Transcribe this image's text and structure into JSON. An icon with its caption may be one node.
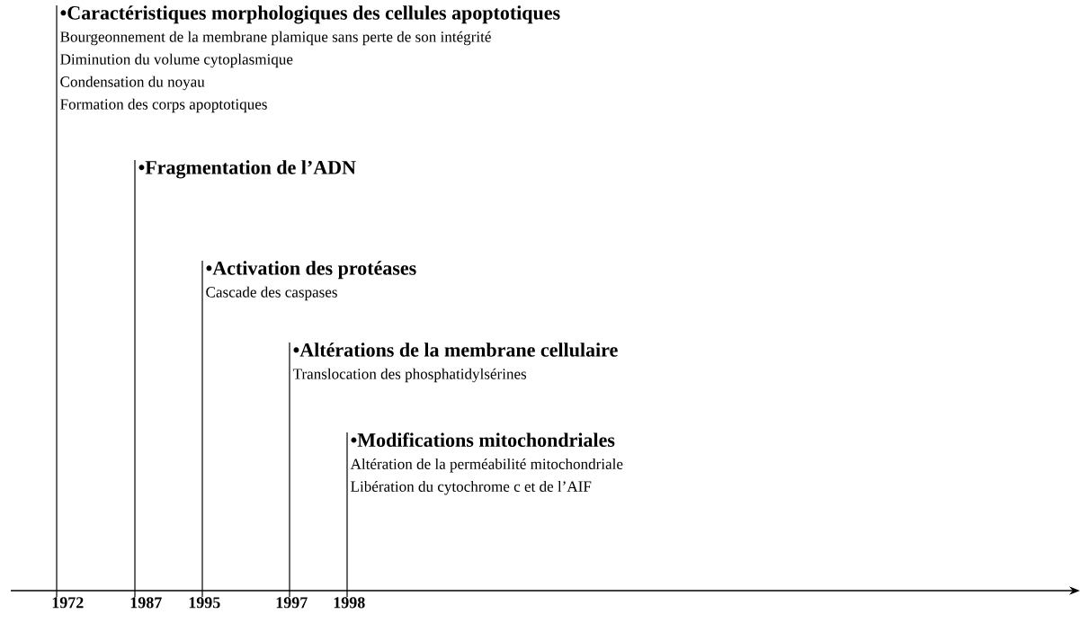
{
  "diagram": {
    "nodes": [
      {
        "text": [
          "•Caractéristiques morphologiques des cellules apoptotiques",
          "Bourgeonnement de la membrane plamique sans perte de son intégrité",
          "Diminution du volume cytoplasmique",
          "Condensation du noyau",
          "Formation des corps apoptotiques"
        ]
      },
      {
        "text": [
          "•Fragmentation de l’ADN"
        ]
      },
      {
        "text": [
          "•Activation des protéases",
          "Cascade des caspases"
        ]
      },
      {
        "text": [
          "•Altérations de la membrane cellulaire",
          "Translocation des phosphatidylsérines"
        ]
      },
      {
        "text": [
          "•Modifications mitochondriales",
          "Altération de la perméabilité mitochondriale",
          "Libération du cytochrome c et de l’AIF"
        ]
      },
      {
        "text": [
          "1972"
        ]
      },
      {
        "text": [
          "1987"
        ]
      },
      {
        "text": [
          "1995"
        ]
      },
      {
        "text": [
          "1997"
        ]
      },
      {
        "text": [
          "1998"
        ]
      }
    ],
    "edges": [
      {
        "from": 5,
        "to": 0,
        "arrow": "none"
      },
      {
        "from": 6,
        "to": 1,
        "arrow": "none"
      },
      {
        "from": 7,
        "to": 2,
        "arrow": "none"
      },
      {
        "from": 8,
        "to": 3,
        "arrow": "none"
      },
      {
        "from": 9,
        "to": 4,
        "arrow": "none"
      }
    ]
  }
}
